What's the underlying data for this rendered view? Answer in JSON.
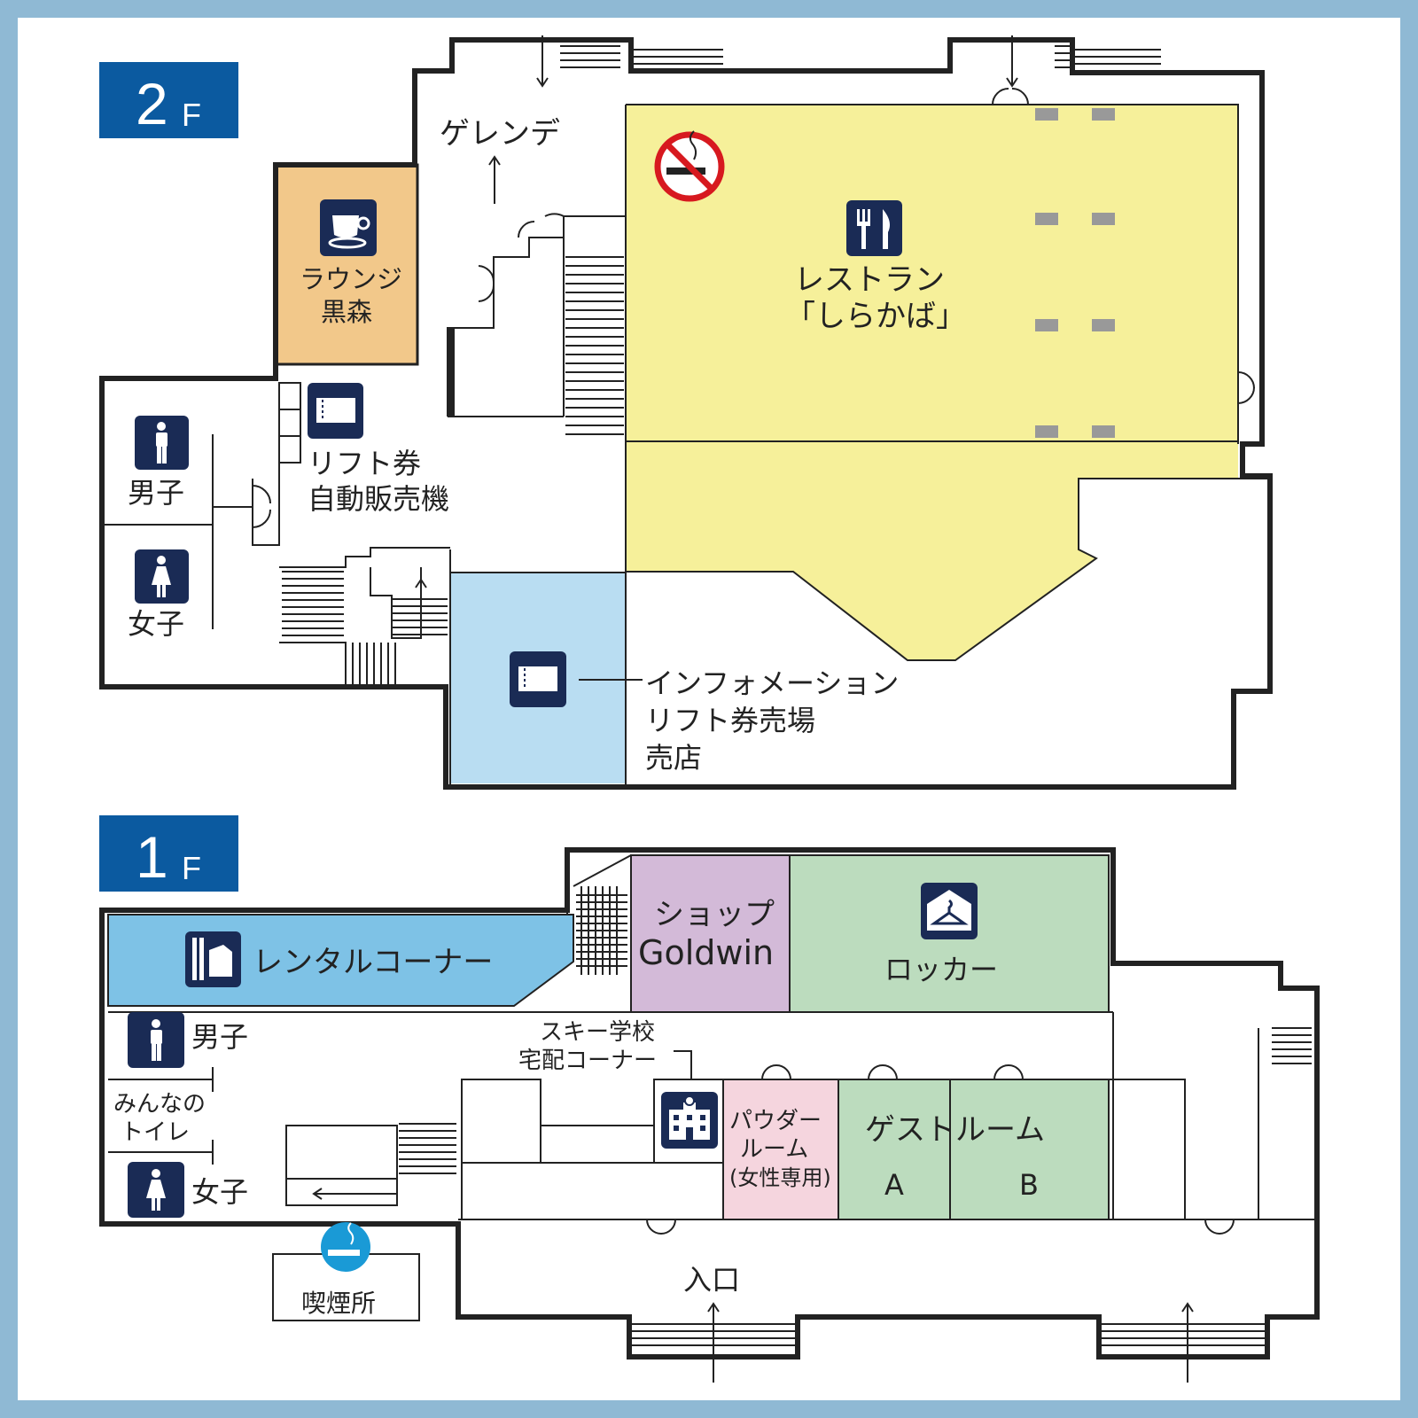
{
  "floor2": {
    "badge_num": "2",
    "badge_suffix": "F",
    "slope": "ゲレンデ",
    "lounge": [
      "ラウンジ",
      "黒森"
    ],
    "restaurant": [
      "レストラン",
      "「しらかば」"
    ],
    "lift_machine": [
      "リフト券",
      "自動販売機"
    ],
    "restroom_men": "男子",
    "restroom_women": "女子",
    "info": [
      "インフォメーション",
      "リフト券売場",
      "売店"
    ]
  },
  "floor1": {
    "badge_num": "1",
    "badge_suffix": "F",
    "rental": "レンタルコーナー",
    "shop": [
      "ショップ",
      "Goldwin"
    ],
    "locker": "ロッカー",
    "restroom_men": "男子",
    "restroom_all": [
      "みんなの",
      "トイレ"
    ],
    "restroom_women": "女子",
    "ski_school": [
      "スキー学校",
      "宅配コーナー"
    ],
    "powder": [
      "パウダー",
      "ルーム",
      "(女性専用)"
    ],
    "guest": "ゲストルーム",
    "guest_a": "A",
    "guest_b": "B",
    "entrance": "入口",
    "smoking": "喫煙所"
  },
  "colors": {
    "frame": "#8fb9d4",
    "badge": "#0b5aa0",
    "icon": "#1a2b55",
    "lounge": "#f2c88a",
    "restaurant": "#f6f09a",
    "info": "#b9ddf2",
    "rental": "#7ec2e6",
    "shop": "#d3bad8",
    "locker": "#bcdcbe",
    "powder": "#f5d5de",
    "guest": "#bcdcbe",
    "smoking": "#1a9ad6"
  },
  "icons": [
    "coffee-cup-icon",
    "cutlery-icon",
    "no-smoking-icon",
    "ticket-icon",
    "man-icon",
    "woman-icon",
    "ski-rental-icon",
    "locker-hanger-icon",
    "school-icon",
    "smoking-icon"
  ]
}
